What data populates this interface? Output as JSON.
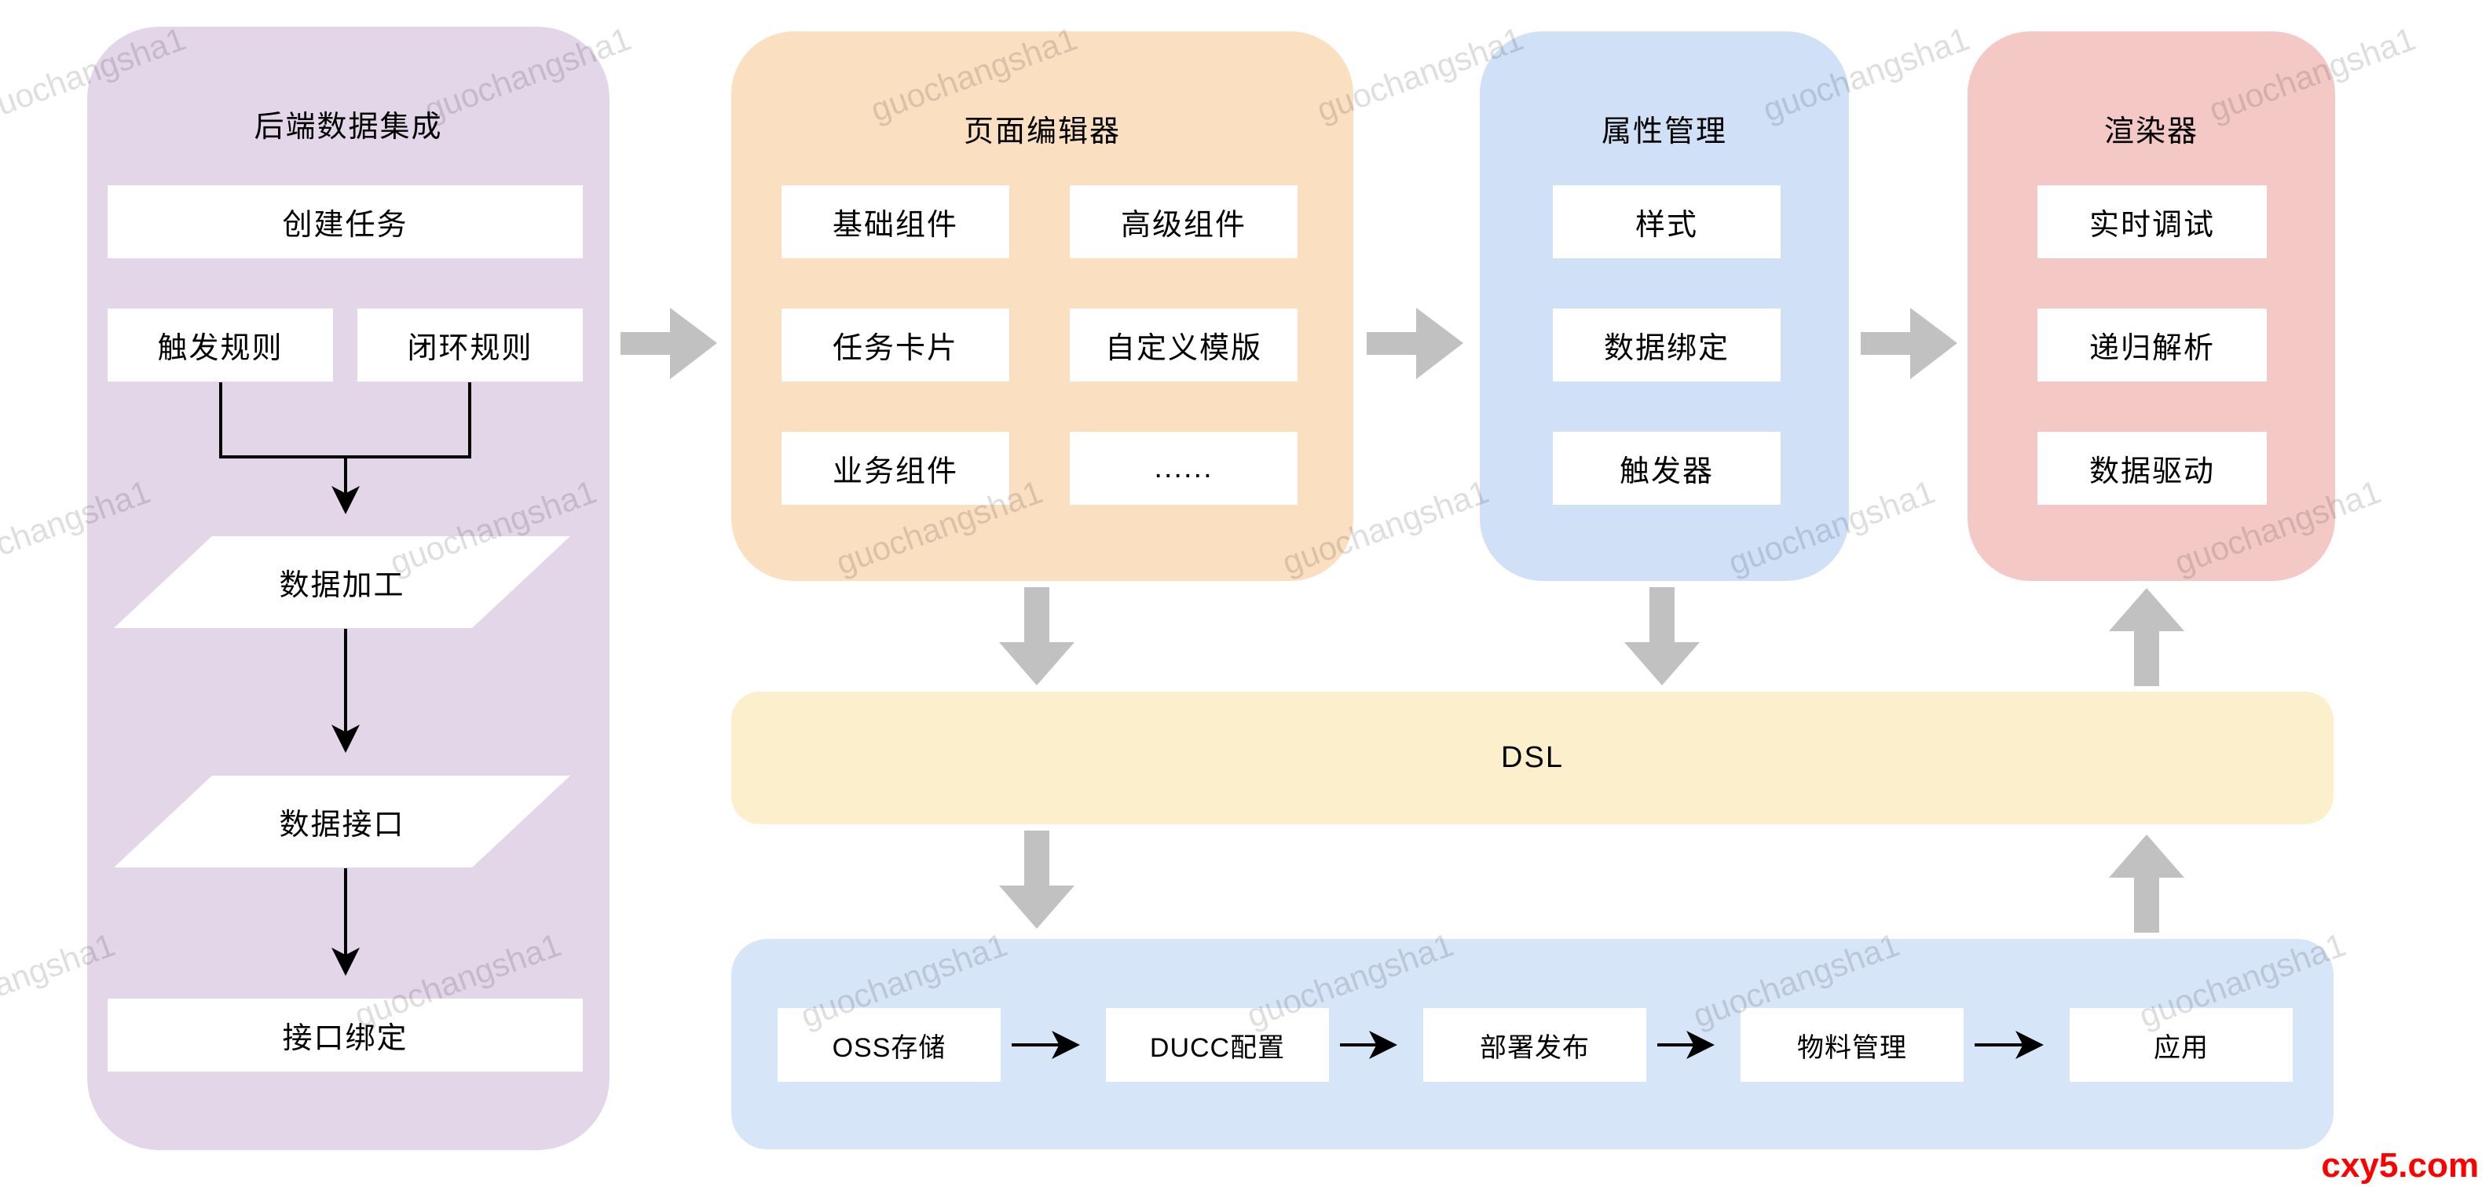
{
  "watermark": {
    "text": "guochangsha1"
  },
  "brand": {
    "site": "cxy5.com",
    "color": "#ff0000"
  },
  "colors": {
    "backend_panel": "#e3d6e9",
    "editor_panel": "#fbdfc1",
    "props_panel": "#cfe0f7",
    "renderer_panel": "#f4c9c5",
    "dsl_bar": "#fcf0cc",
    "publish_bar": "#d7e5f8",
    "flow_arrow": "#c1c1c1",
    "line": "#000000"
  },
  "backend": {
    "title": "后端数据集成",
    "create_task": "创建任务",
    "trigger_rule": "触发规则",
    "loop_rule": "闭环规则",
    "data_processing": "数据加工",
    "data_interface": "数据接口",
    "interface_binding": "接口绑定"
  },
  "editor": {
    "title": "页面编辑器",
    "items": [
      "基础组件",
      "高级组件",
      "任务卡片",
      "自定义模版",
      "业务组件",
      "......"
    ]
  },
  "props": {
    "title": "属性管理",
    "items": [
      "样式",
      "数据绑定",
      "触发器"
    ]
  },
  "renderer": {
    "title": "渲染器",
    "items": [
      "实时调试",
      "递归解析",
      "数据驱动"
    ]
  },
  "dsl": {
    "label": "DSL"
  },
  "publish": {
    "items": [
      "OSS存储",
      "DUCC配置",
      "部署发布",
      "物料管理",
      "应用"
    ]
  }
}
